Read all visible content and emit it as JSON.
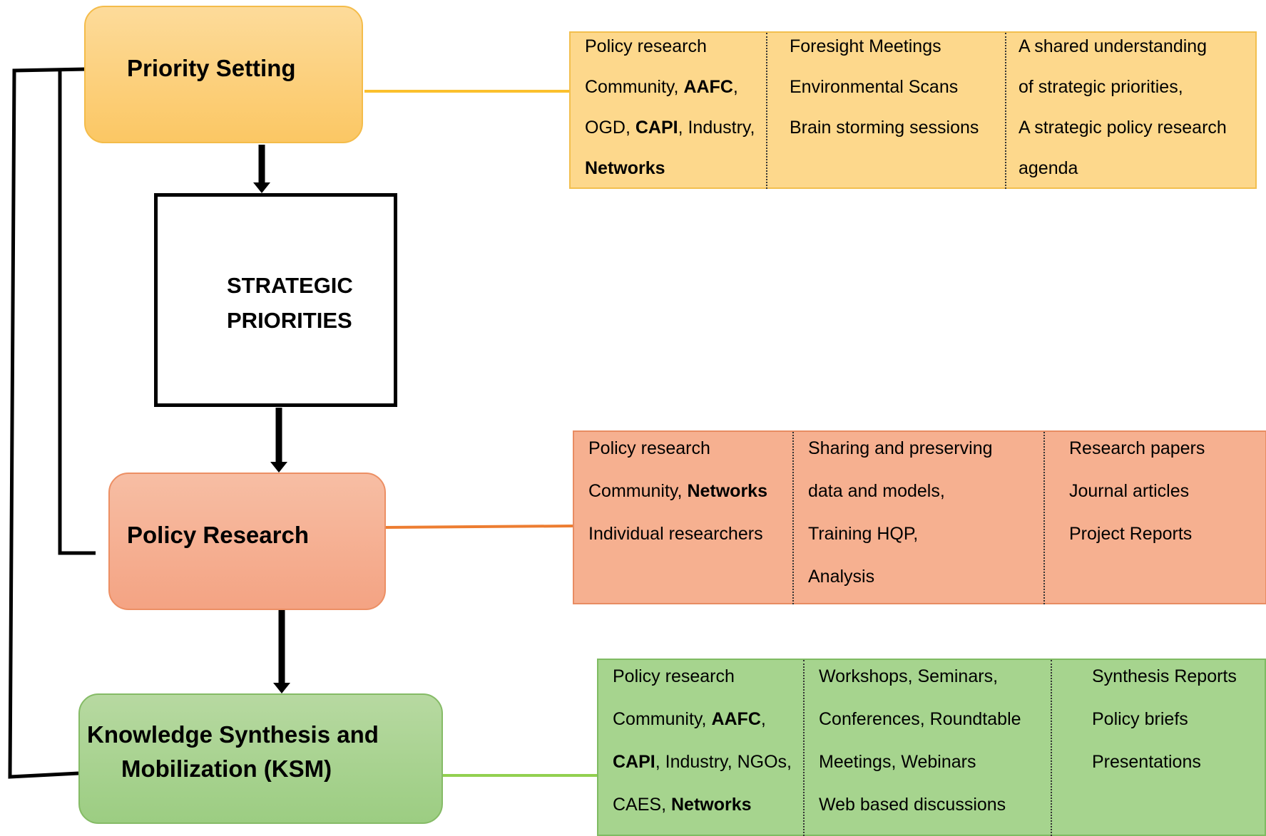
{
  "stages": [
    {
      "id": "priority",
      "lines": [
        "Priority Setting"
      ],
      "fill": "#fbc764"
    },
    {
      "id": "research",
      "lines": [
        "Policy Research"
      ],
      "fill": "#f4a383"
    },
    {
      "id": "ksm",
      "lines": [
        "Knowledge Synthesis and",
        "Mobilization (KSM)"
      ],
      "fill": "#9ccd82"
    }
  ],
  "central": {
    "lines": [
      "STRATEGIC",
      "PRIORITIES"
    ],
    "diamond_colors": {
      "purple": "#a05bc8",
      "blue": "#8fabdb",
      "red": "#c00000"
    }
  },
  "panels": [
    {
      "id": "priority",
      "columns": [
        [
          "Policy research",
          "Community, **AAFC**,",
          "OGD, **CAPI**, Industry,",
          "**Networks**"
        ],
        [
          "Foresight Meetings",
          "Environmental Scans",
          "Brain storming sessions"
        ],
        [
          "A shared understanding",
          "of strategic priorities,",
          "A strategic policy research",
          " agenda"
        ]
      ]
    },
    {
      "id": "research",
      "columns": [
        [
          "Policy research",
          "Community, **Networks**",
          "Individual researchers"
        ],
        [
          "Sharing and preserving",
          "data and models,",
          "Training HQP,",
          " Analysis"
        ],
        [
          "Research papers",
          "Journal articles",
          "Project Reports"
        ]
      ]
    },
    {
      "id": "ksm",
      "columns": [
        [
          "Policy research",
          "Community, **AAFC**,",
          "**CAPI**, Industry, NGOs,",
          "CAES, **Networks**"
        ],
        [
          "Workshops, Seminars,",
          "Conferences, Roundtable",
          "Meetings, Webinars",
          "Web based discussions"
        ],
        [
          "Synthesis Reports",
          "Policy briefs",
          " Presentations"
        ]
      ]
    }
  ],
  "connector_colors": {
    "priority": "#fbc02d",
    "research": "#ed7d31",
    "ksm": "#92d050"
  }
}
